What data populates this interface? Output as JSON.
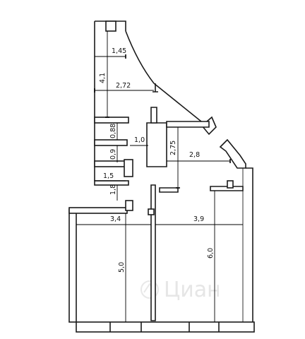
{
  "watermark": "Циан",
  "dimensions": {
    "d1": "1,45",
    "d2": "4,1",
    "d3": "2,72",
    "d4": "0,88",
    "d5": "1,0",
    "d6": "2,75",
    "d7": "2,8",
    "d8": "0,9",
    "d9": "1,5",
    "d10": "1,8",
    "d11": "3,4",
    "d12": "3,9",
    "d13": "5,0",
    "d14": "6,0"
  }
}
